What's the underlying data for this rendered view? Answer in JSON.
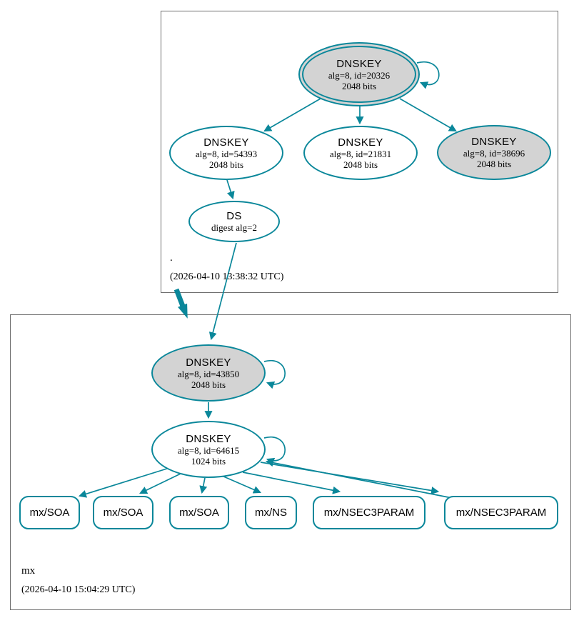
{
  "colors": {
    "secure": "#0a879a",
    "ksk_fill": "#d3d3d3",
    "node_fill": "#ffffff",
    "zone_border": "#6e6e6e",
    "text": "#000000"
  },
  "root_zone": {
    "label": ".",
    "timestamp": "(2026-04-10 13:38:32 UTC)",
    "ksk_20326": {
      "title": "DNSKEY",
      "detail": "alg=8, id=20326",
      "bits": "2048 bits"
    },
    "zsk_54393": {
      "title": "DNSKEY",
      "detail": "alg=8, id=54393",
      "bits": "2048 bits"
    },
    "zsk_21831": {
      "title": "DNSKEY",
      "detail": "alg=8, id=21831",
      "bits": "2048 bits"
    },
    "zsk_38696": {
      "title": "DNSKEY",
      "detail": "alg=8, id=38696",
      "bits": "2048 bits"
    },
    "ds": {
      "title": "DS",
      "detail": "digest alg=2"
    }
  },
  "mx_zone": {
    "label": "mx",
    "timestamp": "(2026-04-10 15:04:29 UTC)",
    "ksk_43850": {
      "title": "DNSKEY",
      "detail": "alg=8, id=43850",
      "bits": "2048 bits"
    },
    "zsk_64615": {
      "title": "DNSKEY",
      "detail": "alg=8, id=64615",
      "bits": "1024 bits"
    },
    "rrsets": [
      {
        "label": "mx/SOA"
      },
      {
        "label": "mx/SOA"
      },
      {
        "label": "mx/SOA"
      },
      {
        "label": "mx/NS"
      },
      {
        "label": "mx/NSEC3PARAM"
      },
      {
        "label": "mx/NSEC3PARAM"
      }
    ]
  }
}
